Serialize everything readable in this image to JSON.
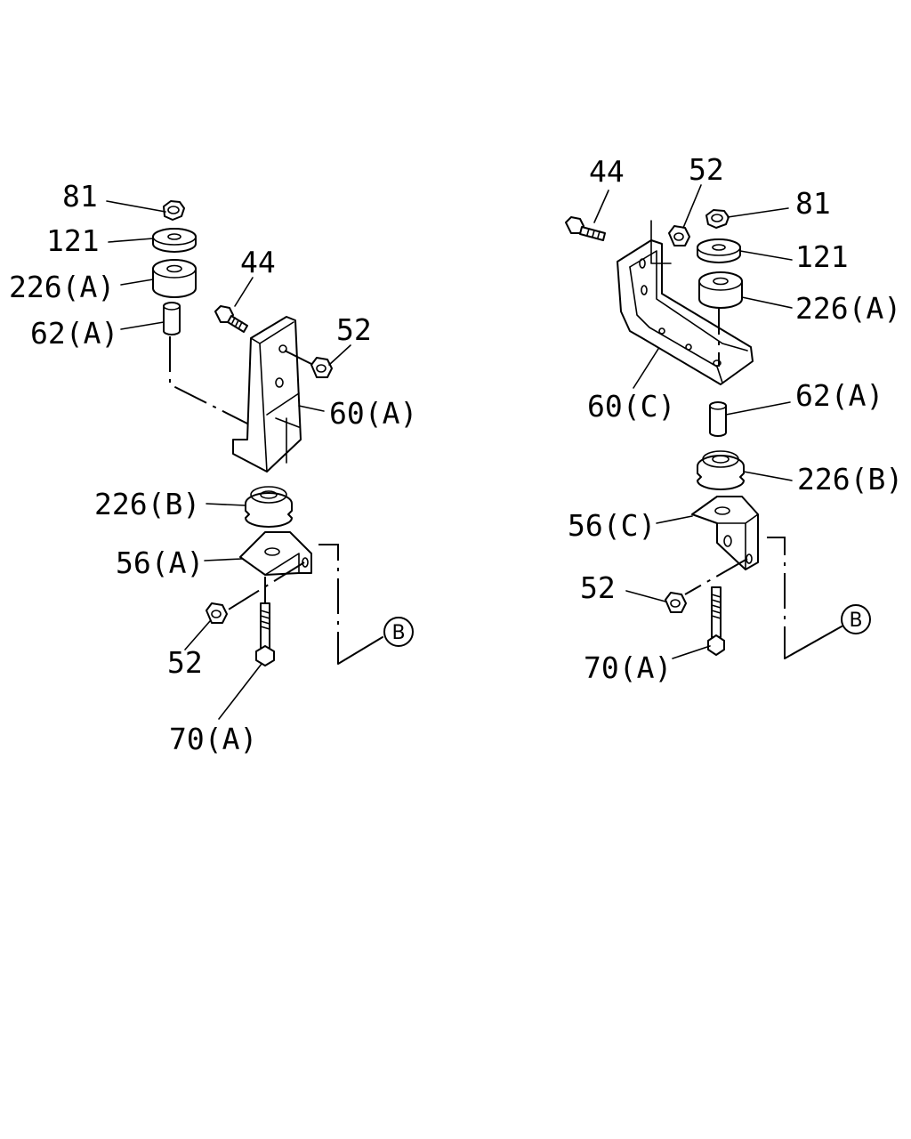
{
  "labels": {
    "left": {
      "nut_81": "81",
      "washer_121": "121",
      "cushion_226a": "226(A)",
      "collar_62a": "62(A)",
      "bolt_44": "44",
      "nut_52_upper": "52",
      "bracket_60a": "60(A)",
      "cushion_226b": "226(B)",
      "bracket_56a": "56(A)",
      "nut_52_lower": "52",
      "bolt_70a": "70(A)",
      "ref_b": "B"
    },
    "right": {
      "bolt_44": "44",
      "nut_52_upper": "52",
      "nut_81": "81",
      "washer_121": "121",
      "cushion_226a": "226(A)",
      "bracket_60c": "60(C)",
      "collar_62a": "62(A)",
      "cushion_226b": "226(B)",
      "bracket_56c": "56(C)",
      "nut_52_lower": "52",
      "bolt_70a": "70(A)",
      "ref_b": "B"
    }
  }
}
